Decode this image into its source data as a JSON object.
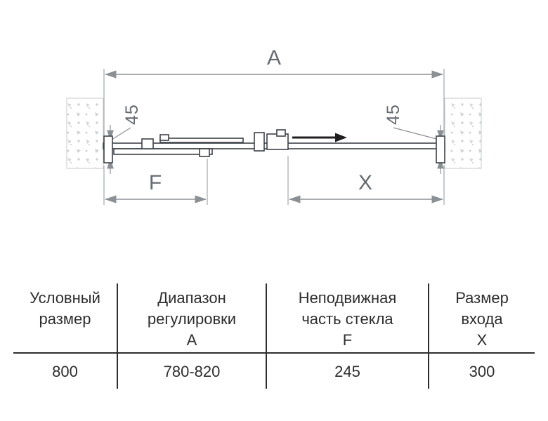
{
  "diagram": {
    "dim_a_label": "A",
    "dim_f_label": "F",
    "dim_x_label": "X",
    "dim_45_left_label": "45",
    "dim_45_right_label": "45"
  },
  "table": {
    "columns": [
      {
        "header_lines": [
          "Условный",
          "размер",
          ""
        ],
        "value": "800"
      },
      {
        "header_lines": [
          "Диапазон",
          "регулировки",
          "А"
        ],
        "value": "780-820"
      },
      {
        "header_lines": [
          "Неподвижная",
          "часть стекла",
          "F"
        ],
        "value": "245"
      },
      {
        "header_lines": [
          "Размер",
          "входа",
          "X"
        ],
        "value": "300"
      }
    ]
  }
}
